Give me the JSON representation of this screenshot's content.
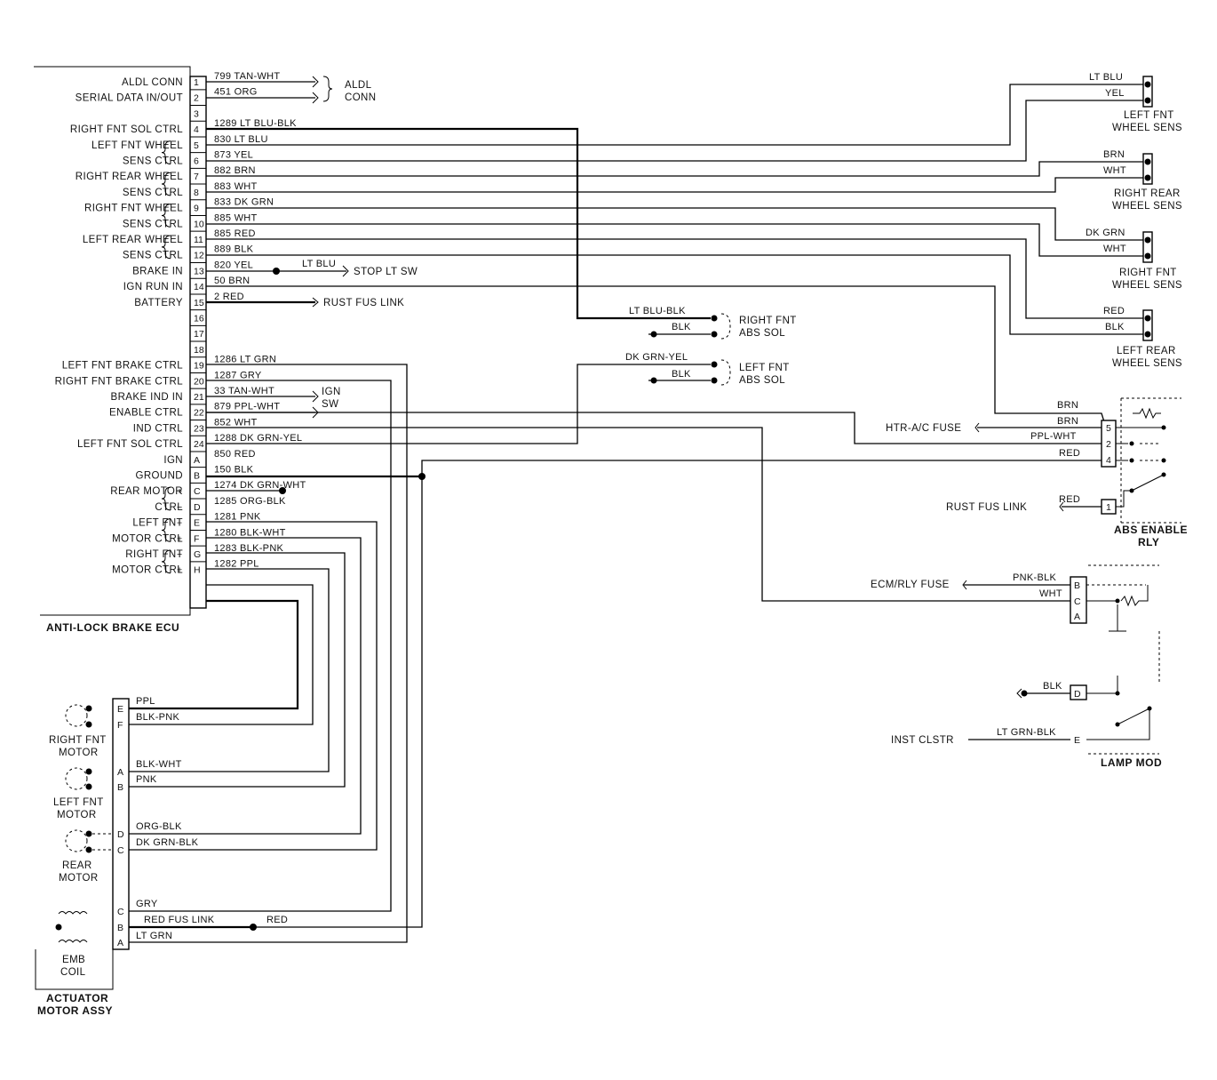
{
  "ecu": {
    "title": "ANTI-LOCK BRAKE ECU",
    "pins": [
      "1",
      "2",
      "3",
      "4",
      "5",
      "6",
      "7",
      "8",
      "9",
      "10",
      "11",
      "12",
      "13",
      "14",
      "15",
      "16",
      "17",
      "18",
      "19",
      "20",
      "21",
      "22",
      "23",
      "24",
      "A",
      "B",
      "C",
      "D",
      "E",
      "F",
      "G",
      "H"
    ],
    "labels": [
      {
        "text": "ALDL CONN",
        "row": 0
      },
      {
        "text": "SERIAL DATA IN/OUT",
        "row": 1
      },
      {
        "text": "RIGHT FNT SOL CTRL",
        "row": 3
      },
      {
        "text": "LEFT FNT WHEEL",
        "row": 4
      },
      {
        "text": "SENS CTRL",
        "row": 5
      },
      {
        "text": "RIGHT REAR WHEEL",
        "row": 6
      },
      {
        "text": "SENS CTRL",
        "row": 7
      },
      {
        "text": "RIGHT FNT WHEEL",
        "row": 8
      },
      {
        "text": "SENS CTRL",
        "row": 9
      },
      {
        "text": "LEFT REAR WHEEL",
        "row": 10
      },
      {
        "text": "SENS CTRL",
        "row": 11
      },
      {
        "text": "BRAKE IN",
        "row": 12
      },
      {
        "text": "IGN RUN IN",
        "row": 13
      },
      {
        "text": "BATTERY",
        "row": 14
      },
      {
        "text": "LEFT FNT BRAKE CTRL",
        "row": 18
      },
      {
        "text": "RIGHT FNT BRAKE CTRL",
        "row": 19
      },
      {
        "text": "BRAKE IND IN",
        "row": 20
      },
      {
        "text": "ENABLE CTRL",
        "row": 21
      },
      {
        "text": "IND CTRL",
        "row": 22
      },
      {
        "text": "LEFT FNT SOL CTRL",
        "row": 23
      },
      {
        "text": "IGN",
        "row": 24
      },
      {
        "text": "GROUND",
        "row": 25
      },
      {
        "text": "REAR MOTOR",
        "row": 26
      },
      {
        "text": "CTRL",
        "row": 27
      },
      {
        "text": "LEFT FNT",
        "row": 28
      },
      {
        "text": "MOTOR CTRL",
        "row": 29
      },
      {
        "text": "RIGHT FNT",
        "row": 30
      },
      {
        "text": "MOTOR CTRL",
        "row": 31
      }
    ],
    "polarity": [
      "+",
      "−",
      "−",
      "+",
      "−",
      "+"
    ]
  },
  "wires": [
    {
      "row": 0,
      "label": "799 TAN-WHT"
    },
    {
      "row": 1,
      "label": "451 ORG"
    },
    {
      "row": 3,
      "label": "1289 LT BLU-BLK"
    },
    {
      "row": 4,
      "label": "830 LT BLU"
    },
    {
      "row": 5,
      "label": "873 YEL"
    },
    {
      "row": 6,
      "label": "882 BRN"
    },
    {
      "row": 7,
      "label": "883 WHT"
    },
    {
      "row": 8,
      "label": "833 DK GRN"
    },
    {
      "row": 9,
      "label": "885 WHT"
    },
    {
      "row": 10,
      "label": "885 RED"
    },
    {
      "row": 11,
      "label": "889 BLK"
    },
    {
      "row": 12,
      "label": "820 YEL"
    },
    {
      "row": 13,
      "label": "50 BRN"
    },
    {
      "row": 14,
      "label": "2 RED"
    },
    {
      "row": 18,
      "label": "1286 LT GRN"
    },
    {
      "row": 19,
      "label": "1287 GRY"
    },
    {
      "row": 20,
      "label": "33 TAN-WHT"
    },
    {
      "row": 21,
      "label": "879 PPL-WHT"
    },
    {
      "row": 22,
      "label": "852 WHT"
    },
    {
      "row": 23,
      "label": "1288 DK GRN-YEL"
    },
    {
      "row": 24,
      "label": "850 RED"
    },
    {
      "row": 25,
      "label": "150 BLK"
    },
    {
      "row": 26,
      "label": "1274 DK GRN-WHT"
    },
    {
      "row": 27,
      "label": "1285 ORG-BLK"
    },
    {
      "row": 28,
      "label": "1281 PNK"
    },
    {
      "row": 29,
      "label": "1280 BLK-WHT"
    },
    {
      "row": 30,
      "label": "1283 BLK-PNK"
    },
    {
      "row": 31,
      "label": "1282 PPL"
    }
  ],
  "aldl": {
    "line1": "ALDL",
    "line2": "CONN"
  },
  "stop_lt": {
    "wire": "LT BLU",
    "label": "STOP LT SW"
  },
  "rust_fus_link_1": "RUST FUS LINK",
  "ign_sw": {
    "line1": "IGN",
    "line2": "SW"
  },
  "sensors": [
    {
      "wire1": "LT BLU",
      "wire2": "YEL",
      "line1": "LEFT FNT",
      "line2": "WHEEL SENS"
    },
    {
      "wire1": "BRN",
      "wire2": "WHT",
      "line1": "RIGHT REAR",
      "line2": "WHEEL SENS"
    },
    {
      "wire1": "DK GRN",
      "wire2": "WHT",
      "line1": "RIGHT FNT",
      "line2": "WHEEL SENS"
    },
    {
      "wire1": "RED",
      "wire2": "BLK",
      "line1": "LEFT REAR",
      "line2": "WHEEL SENS"
    }
  ],
  "solenoids": [
    {
      "wire1": "LT BLU-BLK",
      "wire2": "BLK",
      "line1": "RIGHT FNT",
      "line2": "ABS SOL"
    },
    {
      "wire1": "DK GRN-YEL",
      "wire2": "BLK",
      "line1": "LEFT FNT",
      "line2": "ABS SOL"
    }
  ],
  "relay": {
    "line1": "ABS ENABLE",
    "line2": "RLY",
    "pins": [
      "5",
      "2",
      "4",
      "1"
    ],
    "wires": [
      "BRN",
      "BRN",
      "PPL-WHT",
      "RED",
      "RED"
    ],
    "fuse": "HTR-A/C FUSE",
    "fus_link": "RUST FUS LINK"
  },
  "lamp_mod": {
    "title": "LAMP MOD",
    "pins": [
      "B",
      "C",
      "A",
      "D",
      "E"
    ],
    "wires": [
      "PNK-BLK",
      "WHT",
      "BLK",
      "LT GRN-BLK"
    ],
    "fuse": "ECM/RLY FUSE",
    "inst": "INST CLSTR"
  },
  "actuator": {
    "title1": "ACTUATOR",
    "title2": "MOTOR ASSY",
    "pins": [
      "E",
      "F",
      "A",
      "B",
      "D",
      "C",
      "C",
      "B",
      "A"
    ],
    "wires": [
      "PPL",
      "BLK-PNK",
      "BLK-WHT",
      "PNK",
      "ORG-BLK",
      "DK GRN-BLK",
      "GRY",
      "RED FUS LINK",
      "RED",
      "LT GRN"
    ],
    "motors": [
      {
        "line1": "RIGHT FNT",
        "line2": "MOTOR"
      },
      {
        "line1": "LEFT FNT",
        "line2": "MOTOR"
      },
      {
        "line1": "REAR",
        "line2": "MOTOR"
      },
      {
        "line1": "EMB",
        "line2": "COIL"
      }
    ]
  }
}
